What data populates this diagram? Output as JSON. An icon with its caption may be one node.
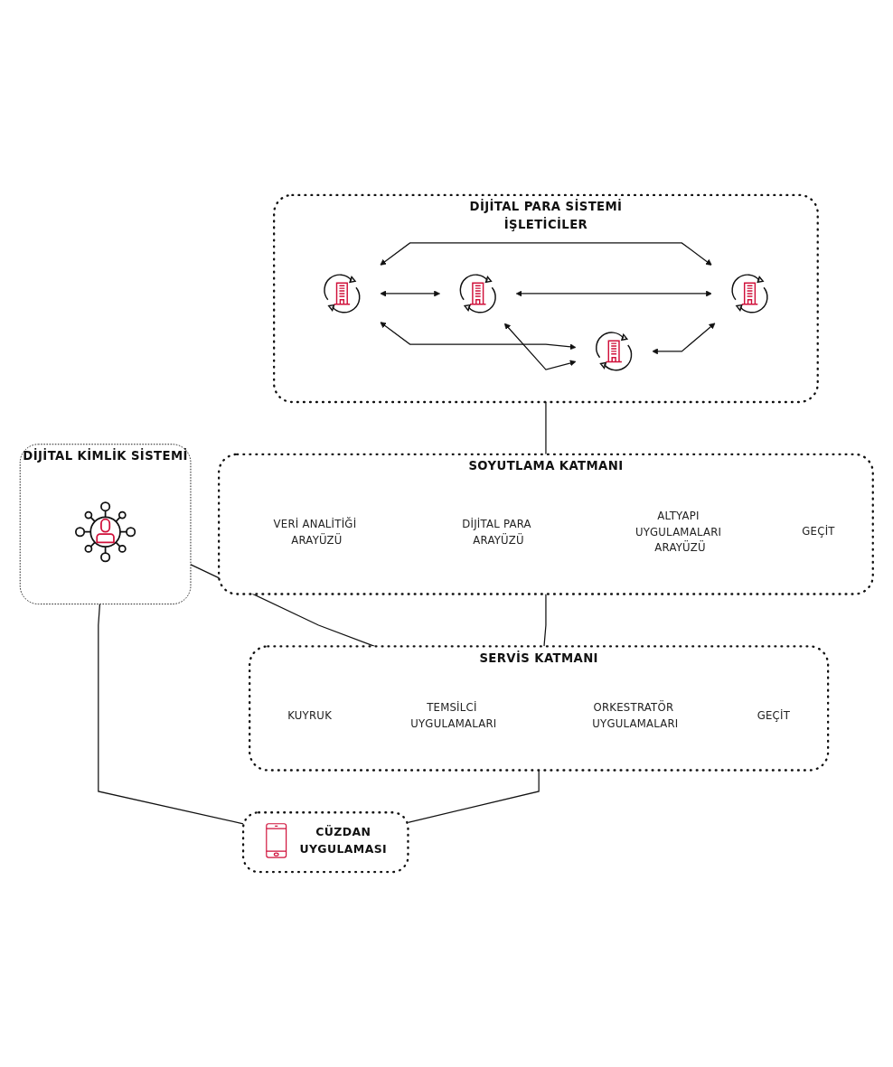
{
  "diagram": {
    "nodes": [
      {
        "text": [
          "DİJİTAL PARA SİSTEMİ",
          "İŞLETİCİLER"
        ]
      },
      {
        "text": [],
        "shape": "picture",
        "in": 0
      },
      {
        "text": [],
        "shape": "picture",
        "in": 0
      },
      {
        "text": [],
        "shape": "picture",
        "in": 0
      },
      {
        "text": [],
        "shape": "picture",
        "in": 0
      },
      {
        "text": [
          "SOYUTLAMA KATMANI"
        ]
      },
      {
        "text": [
          "VERİ ANALİTİĞİ ARAYÜZÜ"
        ],
        "in": 5
      },
      {
        "text": [
          "DİJİTAL PARA ARAYÜZÜ"
        ],
        "in": 5
      },
      {
        "text": [
          "ALTYAPI UYGULAMALARI ARAYÜZÜ"
        ],
        "in": 5
      },
      {
        "text": [
          "GEÇİT"
        ],
        "in": 5
      },
      {
        "text": [
          "DİJİTAL KİMLİK SİSTEMİ"
        ]
      },
      {
        "text": [],
        "shape": "picture",
        "in": 10
      },
      {
        "text": [
          "SERVİS KATMANI"
        ]
      },
      {
        "text": [
          "KUYRUK"
        ],
        "in": 12
      },
      {
        "text": [
          "TEMSİLCİ UYGULAMALARI"
        ],
        "in": 12
      },
      {
        "text": [
          "ORKESTRATÖR UYGULAMALARI"
        ],
        "in": 12
      },
      {
        "text": [
          "GEÇİT"
        ],
        "in": 12
      },
      {
        "text": [
          "CÜZDAN UYGULAMASI"
        ]
      }
    ],
    "edges": [
      {
        "from": 1,
        "to": 2,
        "arrow": "both"
      },
      {
        "from": 1,
        "to": 3,
        "arrow": "both"
      },
      {
        "from": 1,
        "to": 4,
        "arrow": "both"
      },
      {
        "from": 2,
        "to": 3,
        "arrow": "both"
      },
      {
        "from": 2,
        "to": 4,
        "arrow": "both"
      },
      {
        "from": 3,
        "to": 4,
        "arrow": "both"
      },
      {
        "from": 0,
        "to": 5,
        "arrow": "none"
      },
      {
        "from": 5,
        "to": 12,
        "arrow": "none"
      },
      {
        "from": 10,
        "to": 12,
        "arrow": "none"
      },
      {
        "from": 10,
        "to": 17,
        "arrow": "none"
      },
      {
        "from": 12,
        "to": 17,
        "arrow": "none"
      }
    ]
  }
}
